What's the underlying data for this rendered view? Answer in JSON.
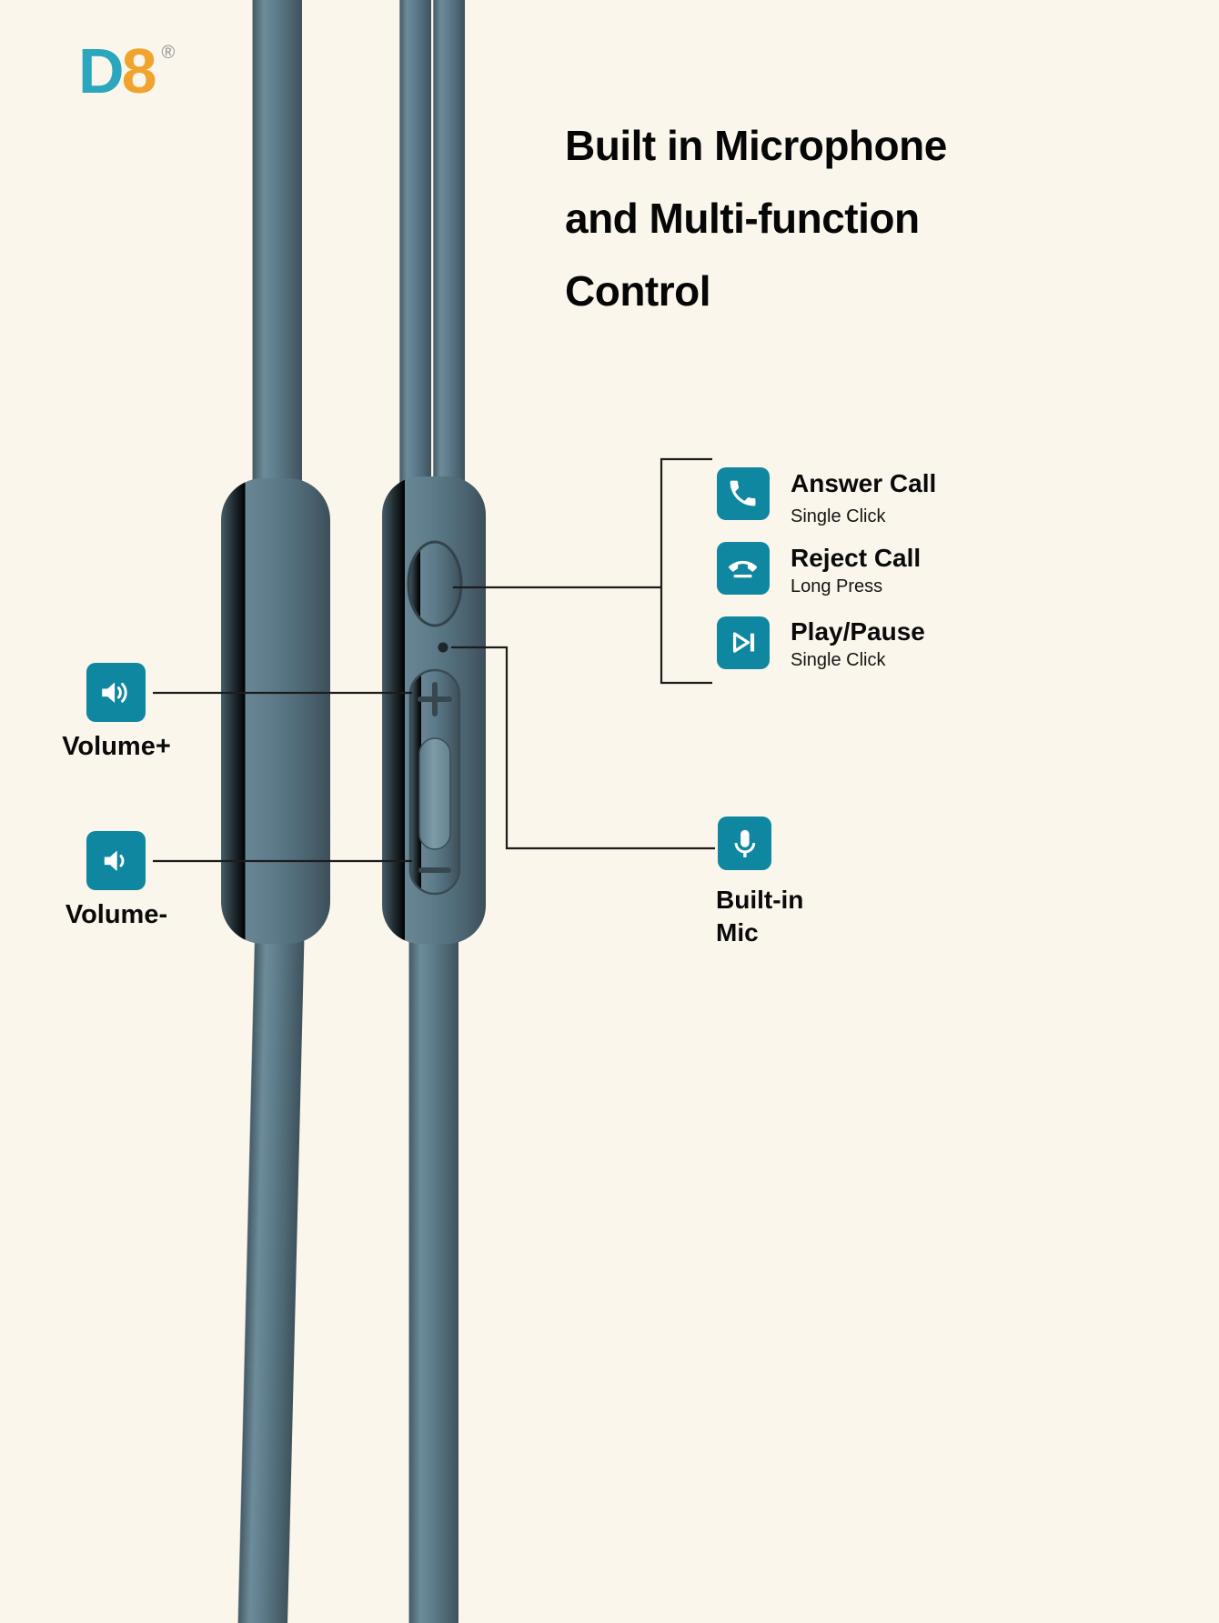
{
  "logo": {
    "d": "D",
    "eight": "8",
    "reg": "®"
  },
  "title": {
    "line1": "Built in Microphone",
    "line2": "and Multi-function",
    "line3": "Control"
  },
  "callouts": {
    "answer": {
      "label": "Answer Call",
      "sub": "Single Click",
      "icon": "phone-icon"
    },
    "reject": {
      "label": "Reject Call",
      "sub": "Long Press",
      "icon": "phone-down-icon"
    },
    "play": {
      "label": "Play/Pause",
      "sub": "Single Click",
      "icon": "play-pause-icon"
    },
    "volume_up": {
      "label": "Volume+",
      "icon": "volume-up-icon"
    },
    "volume_down": {
      "label": "Volume-",
      "icon": "volume-down-icon"
    },
    "mic": {
      "line1": "Built-in",
      "line2": "Mic",
      "icon": "mic-icon"
    }
  },
  "colors": {
    "background": "#fbf6ec",
    "accent_teal": "#0f87a0",
    "cable": "#5d7b8a",
    "logo_d": "#2ba6bc",
    "logo_8": "#f0a42e",
    "line": "#1c1c1c"
  }
}
